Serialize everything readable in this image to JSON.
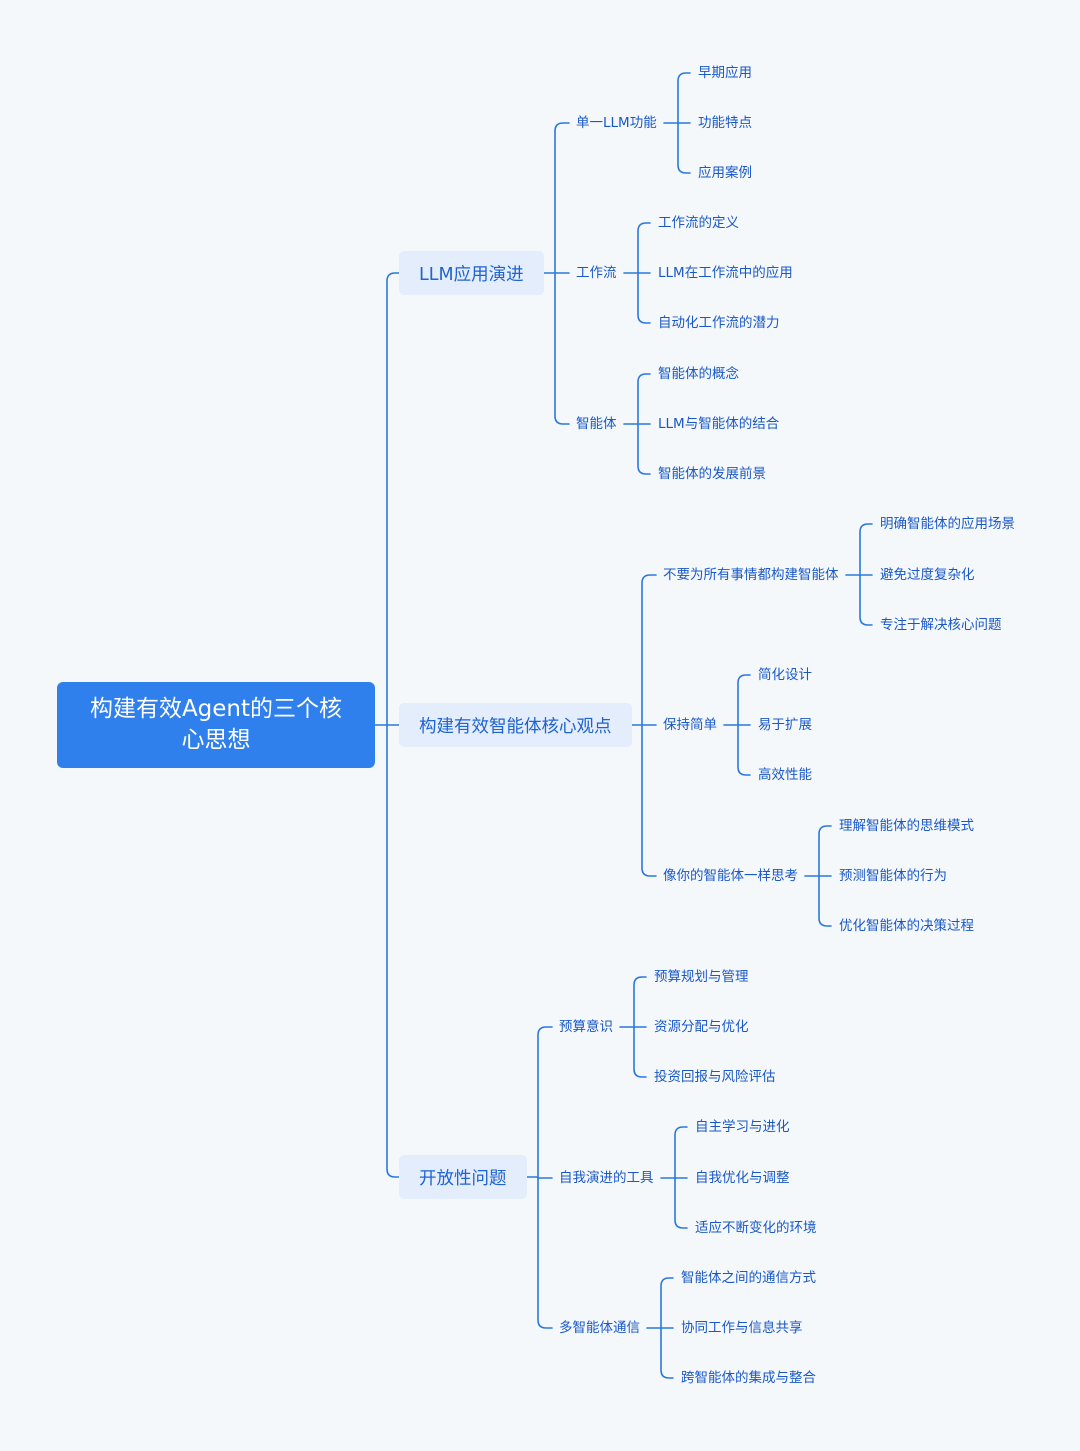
{
  "colors": {
    "background": "#f4f8fb",
    "root_fill": "#2f80ed",
    "root_text": "#ffffff",
    "branch_fill": "#e4edfc",
    "branch_text": "#1e63d0",
    "line": "#2a78dd",
    "node_text": "#1a58c7"
  },
  "root": {
    "label": "构建有效Agent的三个核心思想"
  },
  "branches": [
    {
      "label": "LLM应用演进",
      "children": [
        {
          "label": "单一LLM功能",
          "children": [
            "早期应用",
            "功能特点",
            "应用案例"
          ]
        },
        {
          "label": "工作流",
          "children": [
            "工作流的定义",
            "LLM在工作流中的应用",
            "自动化工作流的潜力"
          ]
        },
        {
          "label": "智能体",
          "children": [
            "智能体的概念",
            "LLM与智能体的结合",
            "智能体的发展前景"
          ]
        }
      ]
    },
    {
      "label": "构建有效智能体核心观点",
      "children": [
        {
          "label": "不要为所有事情都构建智能体",
          "children": [
            "明确智能体的应用场景",
            "避免过度复杂化",
            "专注于解决核心问题"
          ]
        },
        {
          "label": "保持简单",
          "children": [
            "简化设计",
            "易于扩展",
            "高效性能"
          ]
        },
        {
          "label": "像你的智能体一样思考",
          "children": [
            "理解智能体的思维模式",
            "预测智能体的行为",
            "优化智能体的决策过程"
          ]
        }
      ]
    },
    {
      "label": "开放性问题",
      "children": [
        {
          "label": "预算意识",
          "children": [
            "预算规划与管理",
            "资源分配与优化",
            "投资回报与风险评估"
          ]
        },
        {
          "label": "自我演进的工具",
          "children": [
            "自主学习与进化",
            "自我优化与调整",
            "适应不断变化的环境"
          ]
        },
        {
          "label": "多智能体通信",
          "children": [
            "智能体之间的通信方式",
            "协同工作与信息共享",
            "跨智能体的集成与整合"
          ]
        }
      ]
    }
  ]
}
